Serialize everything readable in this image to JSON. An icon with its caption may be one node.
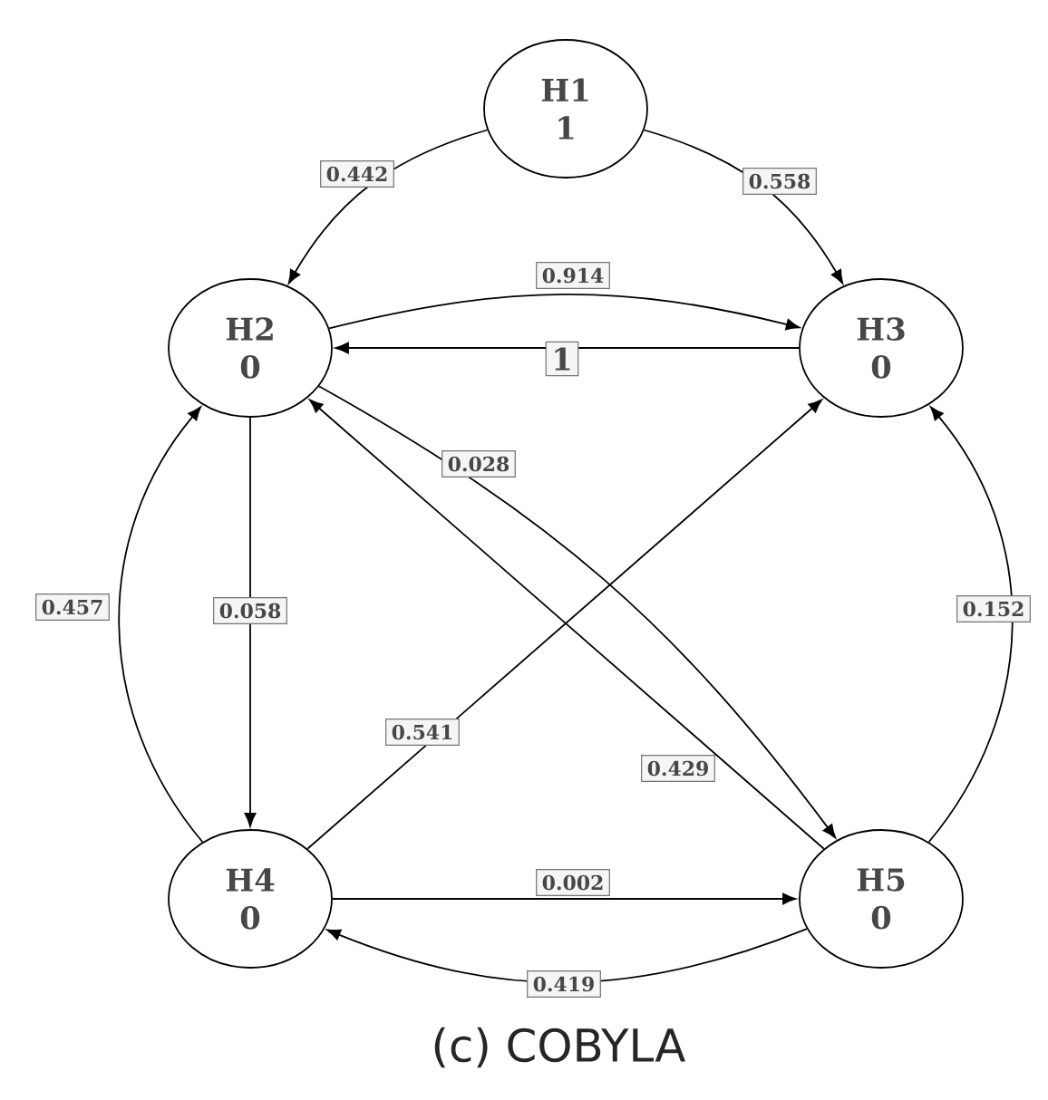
{
  "diagram": {
    "caption": "(c) COBYLA",
    "nodes": [
      {
        "text": [
          "H1",
          "1"
        ]
      },
      {
        "text": [
          "H2",
          "0"
        ]
      },
      {
        "text": [
          "H3",
          "0"
        ]
      },
      {
        "text": [
          "H4",
          "0"
        ]
      },
      {
        "text": [
          "H5",
          "0"
        ]
      }
    ],
    "edges": [
      {
        "from": 0,
        "to": 1,
        "arrow": "to",
        "label": "0.442"
      },
      {
        "from": 0,
        "to": 2,
        "arrow": "to",
        "label": "0.558"
      },
      {
        "from": 1,
        "to": 2,
        "arrow": "to",
        "label": "0.914"
      },
      {
        "from": 2,
        "to": 1,
        "arrow": "to",
        "label": "1"
      },
      {
        "from": 1,
        "to": 4,
        "arrow": "to",
        "label": "0.028"
      },
      {
        "from": 3,
        "to": 1,
        "arrow": "to",
        "label": "0.457"
      },
      {
        "from": 1,
        "to": 3,
        "arrow": "to",
        "label": "0.058"
      },
      {
        "from": 3,
        "to": 2,
        "arrow": "to",
        "label": "0.541"
      },
      {
        "from": 4,
        "to": 1,
        "arrow": "to",
        "label": "0.429"
      },
      {
        "from": 4,
        "to": 2,
        "arrow": "to",
        "label": "0.152"
      },
      {
        "from": 3,
        "to": 4,
        "arrow": "to",
        "label": "0.002"
      },
      {
        "from": 4,
        "to": 3,
        "arrow": "to",
        "label": "0.419"
      }
    ]
  }
}
